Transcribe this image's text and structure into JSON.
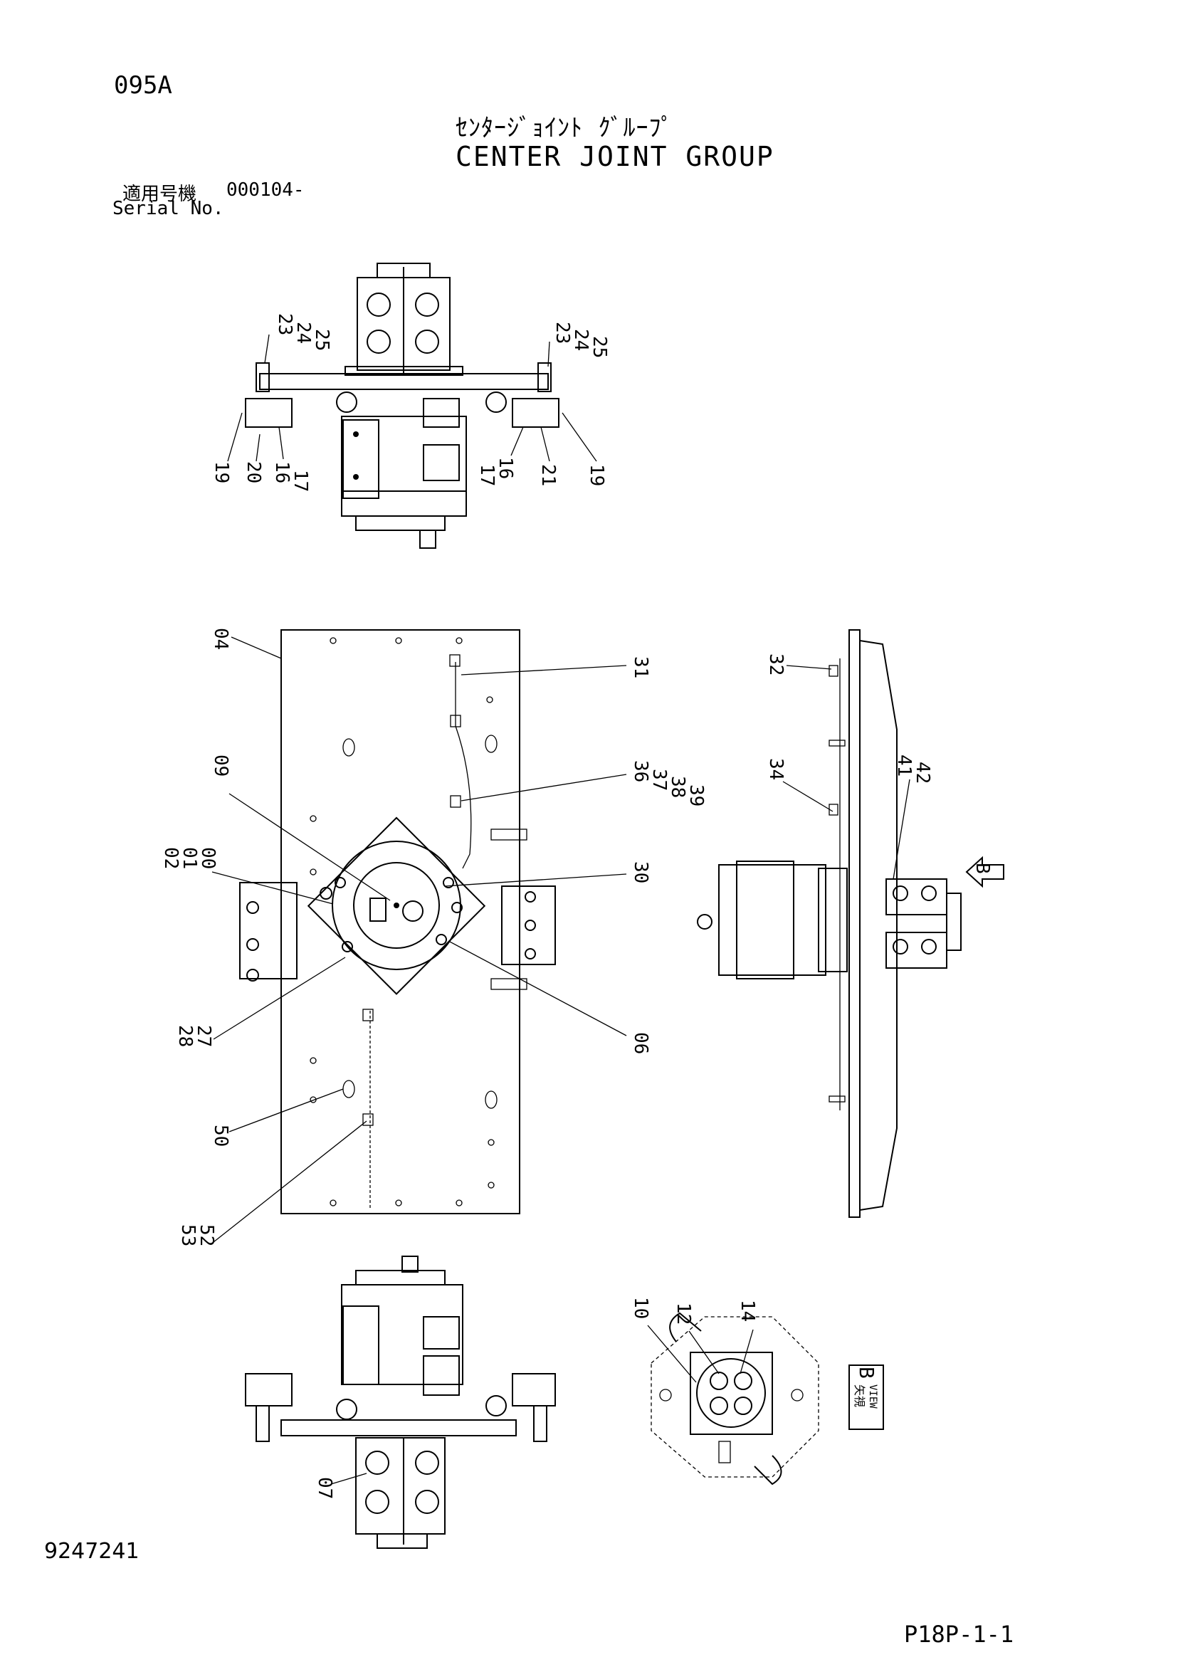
{
  "header": {
    "page_code": "095A",
    "title_jp": "ｾﾝﾀｰｼﾞｮｲﾝﾄ ｸﾞﾙｰﾌﾟ",
    "title_en": "CENTER JOINT GROUP",
    "serial_label_jp": "適用号機",
    "serial_value": "000104-",
    "serial_label_en": "Serial No."
  },
  "footer": {
    "document_number": "9247241",
    "page_reference": "P18P-1-1"
  },
  "callouts": {
    "top_left": [
      "23",
      "24",
      "25"
    ],
    "top_right": [
      "23",
      "24",
      "25"
    ],
    "top_bottom_left": [
      "19",
      "20",
      "16",
      "17"
    ],
    "top_bottom_right": [
      "17",
      "16",
      "21",
      "19"
    ],
    "c04": "04",
    "c31": "31",
    "c09": "09",
    "c02_00": [
      "02",
      "01",
      "00"
    ],
    "c36_39": [
      "36",
      "37",
      "38",
      "39"
    ],
    "c30": "30",
    "c28_27": [
      "28",
      "27"
    ],
    "c06": "06",
    "c50": "50",
    "c53_52": [
      "53",
      "52"
    ],
    "c32": "32",
    "c34": "34",
    "c41_42": [
      "41",
      "42"
    ],
    "view_arrow": "B",
    "c07": "07",
    "c10": "10",
    "c12": "12",
    "c14": "14"
  },
  "view_label": {
    "kanji": "矢視",
    "en": "VIEW",
    "letter": "B"
  }
}
